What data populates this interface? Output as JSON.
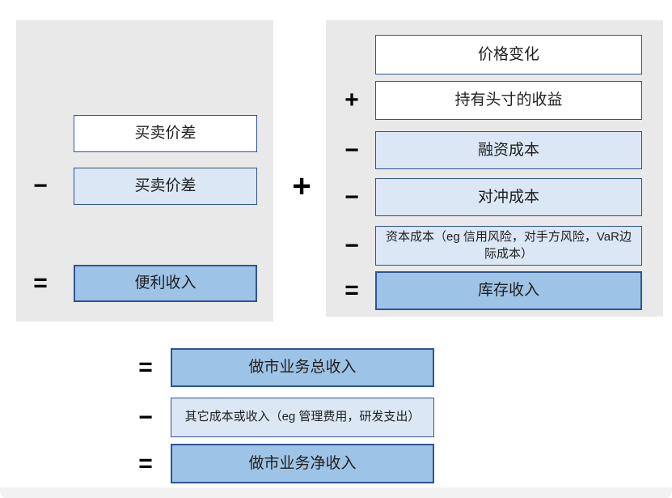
{
  "colors": {
    "page_bg": "#ffffff",
    "panel_bg": "#e9e9e9",
    "box_border": "#2f5496",
    "white_fill": "#ffffff",
    "light_blue_fill": "#dbe7f5",
    "medium_blue_fill": "#9dc3e6",
    "text": "#1f1f1f",
    "operator": "#000000"
  },
  "left_panel": {
    "rows": [
      {
        "op": "",
        "label": "买卖价差",
        "fill": "white"
      },
      {
        "op": "−",
        "label": "买卖价差",
        "fill": "light"
      },
      {
        "op": "=",
        "label": "便利收入",
        "fill": "blue"
      }
    ]
  },
  "center_operator": "+",
  "right_panel": {
    "rows": [
      {
        "op": "",
        "label": "价格变化",
        "fill": "white"
      },
      {
        "op": "+",
        "label": "持有头寸的收益",
        "fill": "white"
      },
      {
        "op": "−",
        "label": "融资成本",
        "fill": "light"
      },
      {
        "op": "−",
        "label": "对冲成本",
        "fill": "light"
      },
      {
        "op": "−",
        "label": "资本成本（eg 信用风险，对手方风险，VaR边际成本）",
        "fill": "light"
      },
      {
        "op": "=",
        "label": "库存收入",
        "fill": "blue"
      }
    ]
  },
  "bottom_section": {
    "rows": [
      {
        "op": "=",
        "label": "做市业务总收入",
        "fill": "blue"
      },
      {
        "op": "−",
        "label": "其它成本或收入（eg 管理费用，研发支出）",
        "fill": "light"
      },
      {
        "op": "=",
        "label": "做市业务净收入",
        "fill": "blue"
      }
    ]
  }
}
